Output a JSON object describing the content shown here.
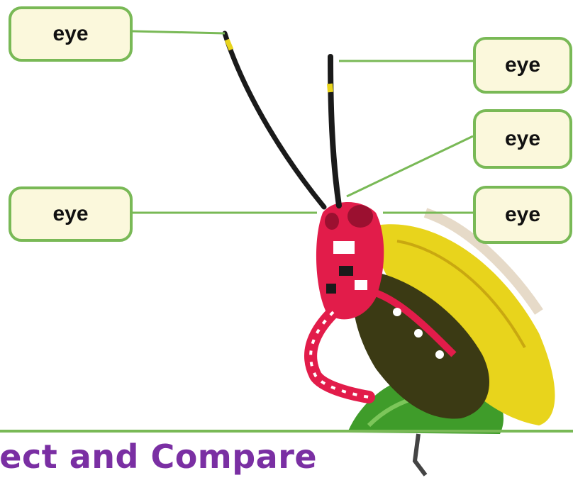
{
  "labels": {
    "top_left": "eye",
    "middle_left": "eye",
    "right_1": "eye",
    "right_2": "eye",
    "right_3": "eye"
  },
  "heading": "nect and Compare",
  "photo": {
    "subject": "grasshopper-photo",
    "colors": {
      "body": "#e21c4a",
      "wing": "#e8d41c",
      "leaf": "#3f9c2a",
      "antenna": "#1a1a1a"
    }
  },
  "colors": {
    "accent_green": "#79b956",
    "label_fill": "#fbf8dc",
    "heading_purple": "#7a2fa3"
  }
}
